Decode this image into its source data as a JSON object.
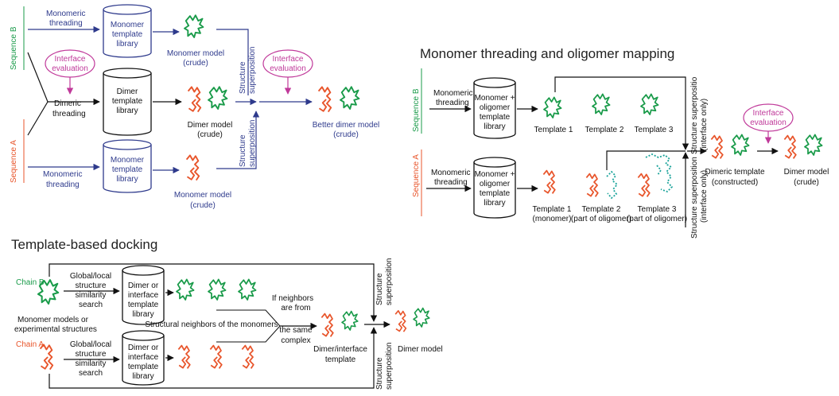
{
  "colors": {
    "blue": "#2e3a8c",
    "green": "#1a9b4a",
    "orange": "#e8552b",
    "pink": "#c0399a",
    "teal": "#1aa39a",
    "black": "#111111"
  },
  "panel_a": {
    "sequence_b": "Sequence B",
    "sequence_a": "Sequence A",
    "monomeric_threading_top": [
      "Monomeric",
      "threading"
    ],
    "monomeric_threading_bottom": [
      "Monomeric",
      "threading"
    ],
    "monomer_library_top": [
      "Monomer",
      "template",
      "library"
    ],
    "monomer_library_bottom": [
      "Monomer",
      "template",
      "library"
    ],
    "dimer_library": [
      "Dimer",
      "template",
      "library"
    ],
    "interface_eval_left": [
      "Interface",
      "evaluation"
    ],
    "interface_eval_right": [
      "Interface",
      "evaluation"
    ],
    "dimeric_threading": [
      "Dimeric",
      "threading"
    ],
    "monomer_model_top": [
      "Monomer model",
      "(crude)"
    ],
    "monomer_model_bottom": [
      "Monomer model",
      "(crude)"
    ],
    "dimer_model": [
      "Dimer model",
      "(crude)"
    ],
    "structure_superposition_top": [
      "Structure",
      "superposition"
    ],
    "structure_superposition_bottom": [
      "Structure",
      "superposition"
    ],
    "better_dimer": [
      "Better dimer model",
      "(crude)"
    ]
  },
  "panel_b": {
    "title": "Monomer threading and oligomer mapping",
    "sequence_b": "Sequence B",
    "sequence_a": "Sequence A",
    "monomeric_threading_top": [
      "Monomeric",
      "threading"
    ],
    "monomeric_threading_bottom": [
      "Monomeric",
      "threading"
    ],
    "library_top": [
      "Monomer +",
      "oligomer",
      "template",
      "library"
    ],
    "library_bottom": [
      "Monomer +",
      "oligomer",
      "template",
      "library"
    ],
    "template1_top": "Template 1",
    "template2_top": "Template 2",
    "template3_top": "Template 3",
    "template1_bottom": [
      "Template 1",
      "(monomer)"
    ],
    "template2_bottom": [
      "Template 2",
      "(part of oligomer)"
    ],
    "template3_bottom": [
      "Template 3",
      "(part of oligomer)"
    ],
    "superposition_top": [
      "Structure superpositio",
      "(interface only)"
    ],
    "superposition_bottom": [
      "Structure superposition",
      "(interface only)"
    ],
    "interface_eval": [
      "Interface",
      "evaluation"
    ],
    "dimeric_template": [
      "Dimeric template",
      "(constructed)"
    ],
    "dimer_model": [
      "Dimer model",
      "(crude)"
    ]
  },
  "panel_c": {
    "title": "Template-based docking",
    "chain_b": "Chain B",
    "chain_a": "Chain A",
    "monomer_models": [
      "Monomer models or",
      "experimental structures"
    ],
    "search_top": [
      "Global/local",
      "structure",
      "similarity",
      "search"
    ],
    "search_bottom": [
      "Global/local",
      "structure",
      "similarity",
      "search"
    ],
    "library_top": [
      "Dimer or",
      "interface",
      "template",
      "library"
    ],
    "library_bottom": [
      "Dimer or",
      "interface",
      "template",
      "library"
    ],
    "neighbors": "Structural neighbors of the monomers",
    "if_neighbors": [
      "If neighbors",
      "are from",
      "the same",
      "complex"
    ],
    "dimer_interface_template": [
      "Dimer/interface",
      "template"
    ],
    "structure_superposition_top": [
      "Structure",
      "superposition"
    ],
    "structure_superposition_bottom": [
      "Structure",
      "superposition"
    ],
    "dimer_model": "Dimer model"
  }
}
